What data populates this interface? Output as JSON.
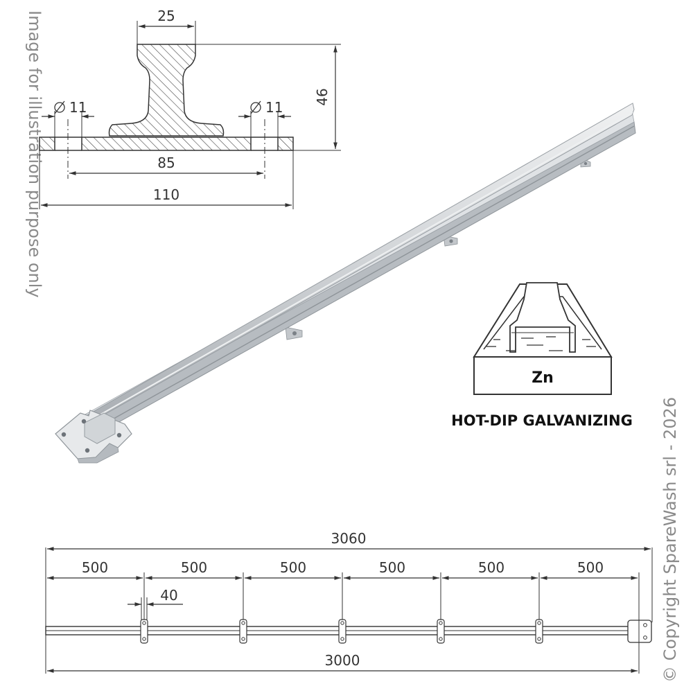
{
  "watermark_left": "Image for illustration purpose only",
  "copyright": "© Copyright SpareWash srl - 2026",
  "cross_section": {
    "top_width": "25",
    "height": "46",
    "hole_left": "11",
    "hole_right": "11",
    "hole_spacing": "85",
    "base_width": "110"
  },
  "galvanizing": {
    "tank_label": "Zn",
    "caption": "HOT-DIP GALVANIZING"
  },
  "bottom_drawing": {
    "overall_length": "3060",
    "rail_length": "3000",
    "segments": [
      "500",
      "500",
      "500",
      "500",
      "500",
      "500"
    ],
    "tab_width": "40"
  },
  "colors": {
    "line": "#333333",
    "hatch": "#444444",
    "rail_light": "#e2e4e6",
    "rail_mid": "#c9cdd1",
    "rail_dark": "#a6abb0",
    "watermark": "#8a8a8a"
  }
}
